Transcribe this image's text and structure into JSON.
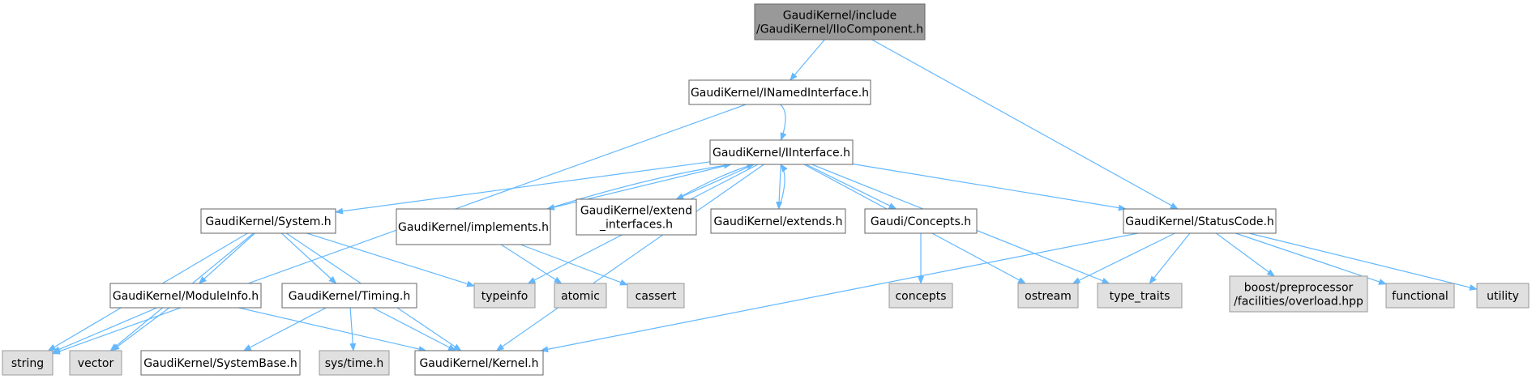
{
  "graph": {
    "nodes": [
      {
        "id": "root",
        "lines": [
          "GaudiKernel/include",
          "/GaudiKernel/IIoComponent.h"
        ],
        "kind": "root"
      },
      {
        "id": "inamed",
        "lines": [
          "GaudiKernel/INamedInterface.h"
        ],
        "kind": "local"
      },
      {
        "id": "iinterface",
        "lines": [
          "GaudiKernel/IInterface.h"
        ],
        "kind": "local"
      },
      {
        "id": "system",
        "lines": [
          "GaudiKernel/System.h"
        ],
        "kind": "local"
      },
      {
        "id": "implements",
        "lines": [
          "GaudiKernel/implements.h"
        ],
        "kind": "local"
      },
      {
        "id": "extend_if",
        "lines": [
          "GaudiKernel/extend",
          "_interfaces.h"
        ],
        "kind": "local"
      },
      {
        "id": "extends",
        "lines": [
          "GaudiKernel/extends.h"
        ],
        "kind": "local"
      },
      {
        "id": "concepts_h",
        "lines": [
          "Gaudi/Concepts.h"
        ],
        "kind": "local"
      },
      {
        "id": "statuscode",
        "lines": [
          "GaudiKernel/StatusCode.h"
        ],
        "kind": "local"
      },
      {
        "id": "moduleinfo",
        "lines": [
          "GaudiKernel/ModuleInfo.h"
        ],
        "kind": "local"
      },
      {
        "id": "timing",
        "lines": [
          "GaudiKernel/Timing.h"
        ],
        "kind": "local"
      },
      {
        "id": "typeinfo",
        "lines": [
          "typeinfo"
        ],
        "kind": "system"
      },
      {
        "id": "atomic",
        "lines": [
          "atomic"
        ],
        "kind": "system"
      },
      {
        "id": "cassert",
        "lines": [
          "cassert"
        ],
        "kind": "system"
      },
      {
        "id": "concepts",
        "lines": [
          "concepts"
        ],
        "kind": "system"
      },
      {
        "id": "ostream",
        "lines": [
          "ostream"
        ],
        "kind": "system"
      },
      {
        "id": "type_traits",
        "lines": [
          "type_traits"
        ],
        "kind": "system"
      },
      {
        "id": "boost",
        "lines": [
          "boost/preprocessor",
          "/facilities/overload.hpp"
        ],
        "kind": "system"
      },
      {
        "id": "functional",
        "lines": [
          "functional"
        ],
        "kind": "system"
      },
      {
        "id": "utility",
        "lines": [
          "utility"
        ],
        "kind": "system"
      },
      {
        "id": "string",
        "lines": [
          "string"
        ],
        "kind": "system"
      },
      {
        "id": "vector",
        "lines": [
          "vector"
        ],
        "kind": "system"
      },
      {
        "id": "systembase",
        "lines": [
          "GaudiKernel/SystemBase.h"
        ],
        "kind": "local"
      },
      {
        "id": "systime",
        "lines": [
          "sys/time.h"
        ],
        "kind": "system"
      },
      {
        "id": "kernel",
        "lines": [
          "GaudiKernel/Kernel.h"
        ],
        "kind": "local"
      }
    ],
    "edges": [
      {
        "from": "root",
        "to": "inamed"
      },
      {
        "from": "root",
        "to": "statuscode"
      },
      {
        "from": "inamed",
        "to": "iinterface"
      },
      {
        "from": "inamed",
        "to": "string"
      },
      {
        "from": "iinterface",
        "to": "system"
      },
      {
        "from": "iinterface",
        "to": "implements"
      },
      {
        "from": "iinterface",
        "to": "extend_if"
      },
      {
        "from": "iinterface",
        "to": "extends"
      },
      {
        "from": "iinterface",
        "to": "concepts_h"
      },
      {
        "from": "iinterface",
        "to": "statuscode"
      },
      {
        "from": "iinterface",
        "to": "typeinfo"
      },
      {
        "from": "iinterface",
        "to": "ostream"
      },
      {
        "from": "iinterface",
        "to": "type_traits"
      },
      {
        "from": "iinterface",
        "to": "kernel"
      },
      {
        "from": "implements",
        "to": "iinterface"
      },
      {
        "from": "implements",
        "to": "atomic"
      },
      {
        "from": "implements",
        "to": "cassert"
      },
      {
        "from": "extend_if",
        "to": "iinterface"
      },
      {
        "from": "extends",
        "to": "iinterface"
      },
      {
        "from": "concepts_h",
        "to": "concepts"
      },
      {
        "from": "system",
        "to": "moduleinfo"
      },
      {
        "from": "system",
        "to": "timing"
      },
      {
        "from": "system",
        "to": "typeinfo"
      },
      {
        "from": "system",
        "to": "string"
      },
      {
        "from": "system",
        "to": "vector"
      },
      {
        "from": "system",
        "to": "kernel"
      },
      {
        "from": "moduleinfo",
        "to": "string"
      },
      {
        "from": "moduleinfo",
        "to": "vector"
      },
      {
        "from": "moduleinfo",
        "to": "kernel"
      },
      {
        "from": "timing",
        "to": "systembase"
      },
      {
        "from": "timing",
        "to": "systime"
      },
      {
        "from": "timing",
        "to": "kernel"
      },
      {
        "from": "statuscode",
        "to": "ostream"
      },
      {
        "from": "statuscode",
        "to": "type_traits"
      },
      {
        "from": "statuscode",
        "to": "boost"
      },
      {
        "from": "statuscode",
        "to": "functional"
      },
      {
        "from": "statuscode",
        "to": "utility"
      },
      {
        "from": "statuscode",
        "to": "kernel"
      }
    ]
  },
  "colors": {
    "root_fill": "#999999",
    "local_fill": "#ffffff",
    "system_fill": "#e0e0e0",
    "edge": "#63b8ff"
  }
}
